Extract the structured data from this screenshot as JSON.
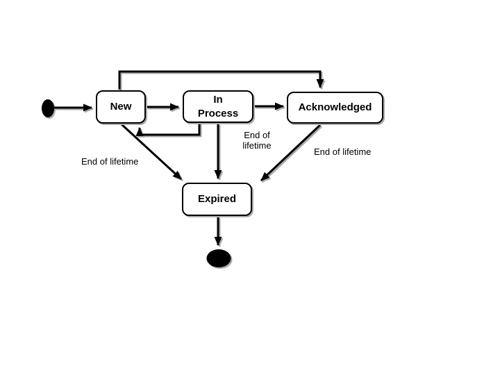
{
  "diagram": {
    "type": "uml-state-machine",
    "background": "#ffffff",
    "colors": {
      "line": "#000000",
      "state_fill": "#ffffff",
      "state_border": "#000000",
      "shadow": "#ababab",
      "text": "#000000"
    },
    "states": [
      {
        "id": "new",
        "label": "New"
      },
      {
        "id": "in-process",
        "label": "In Process"
      },
      {
        "id": "acknowledged",
        "label": "Acknowledged"
      },
      {
        "id": "expired",
        "label": "Expired"
      }
    ],
    "pseudostates": [
      {
        "id": "initial",
        "kind": "initial-state"
      },
      {
        "id": "final",
        "kind": "final-state"
      }
    ],
    "transitions": [
      {
        "from": "initial",
        "to": "new",
        "label": ""
      },
      {
        "from": "new",
        "to": "in-process",
        "label": ""
      },
      {
        "from": "in-process",
        "to": "acknowledged",
        "label": ""
      },
      {
        "from": "new",
        "to": "acknowledged",
        "label": ""
      },
      {
        "from": "in-process",
        "to": "new",
        "label": ""
      },
      {
        "from": "new",
        "to": "expired",
        "label": "End of lifetime"
      },
      {
        "from": "in-process",
        "to": "expired",
        "label": "End of lifetime"
      },
      {
        "from": "acknowledged",
        "to": "expired",
        "label": "End of lifetime"
      },
      {
        "from": "expired",
        "to": "final",
        "label": ""
      }
    ]
  }
}
